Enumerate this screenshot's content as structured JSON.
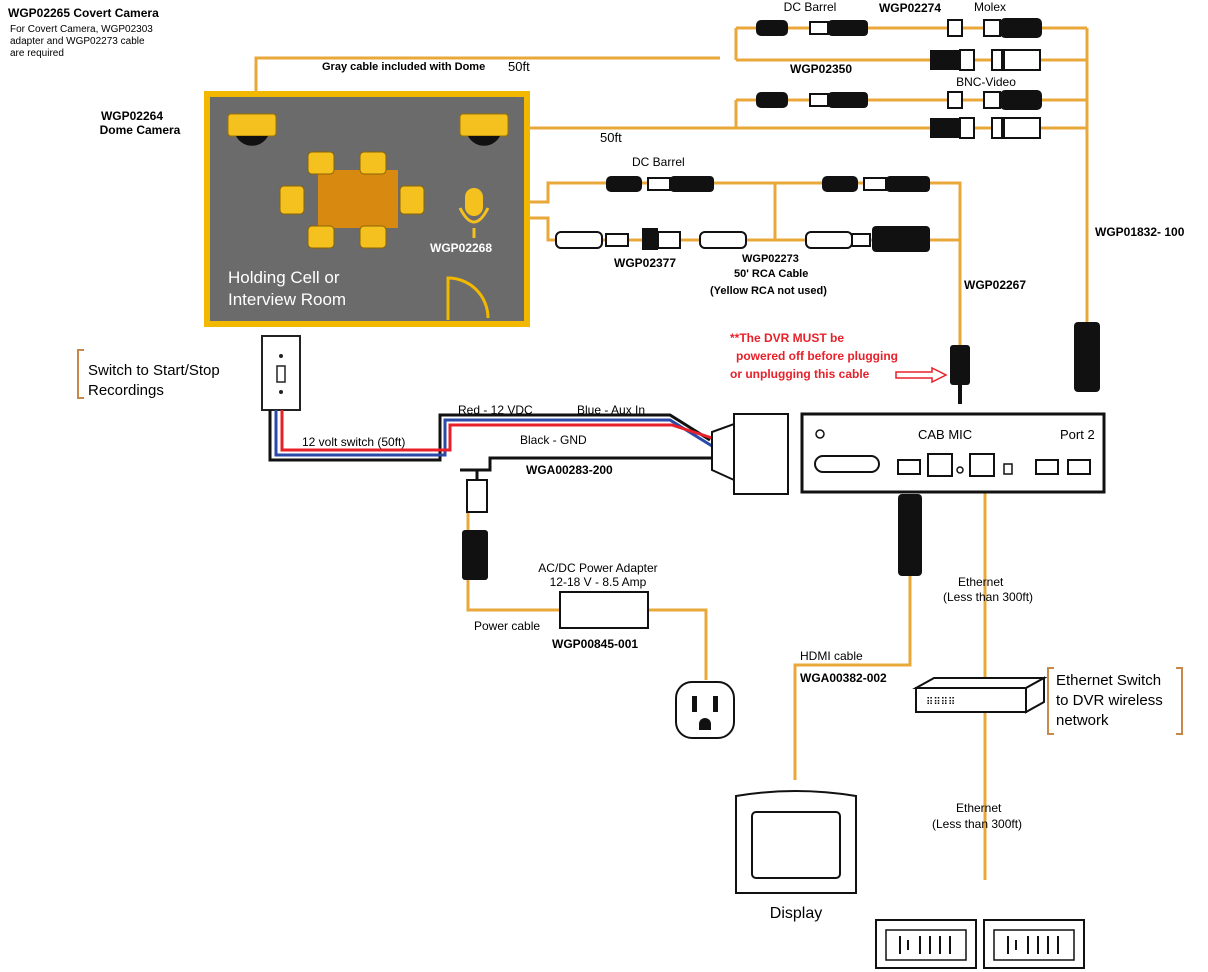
{
  "colors": {
    "cable": "#e8a93a",
    "room_fill": "#6b6b6b",
    "room_border": "#f2b800",
    "warning": "#e8202a",
    "wire_red": "#e8202a",
    "wire_blue": "#2b4aa8",
    "wire_black": "#111111"
  },
  "covert_camera": {
    "title": "WGP02265 Covert Camera",
    "note_line1": "For Covert Camera, WGP02303",
    "note_line2": "adapter and WGP02273 cable",
    "note_line3": "are required"
  },
  "dome_camera": {
    "part": "WGP02264",
    "name": "Dome Camera"
  },
  "cables": {
    "gray_cable": "Gray cable included with Dome",
    "length_top": "50ft",
    "length_mid": "50ft",
    "dc_barrel_top": "DC Barrel",
    "wgp02274": "WGP02274",
    "molex": "Molex",
    "wgp02350": "WGP02350",
    "bnc_video": "BNC-Video",
    "wgp01832": "WGP01832- 100",
    "dc_barrel_mic": "DC Barrel",
    "wgp02377": "WGP02377",
    "wgp02273": "WGP02273",
    "rca_cable": "50' RCA Cable",
    "yellow_rca": "(Yellow RCA not used)",
    "wgp02267": "WGP02267"
  },
  "room": {
    "mic_part": "WGP02268",
    "label_line1": "Holding Cell or",
    "label_line2": "Interview Room"
  },
  "warning": {
    "line1": "**The DVR MUST be",
    "line2": "powered off before plugging",
    "line3": "or unplugging this cable"
  },
  "switch": {
    "label_line1": "Switch to Start/Stop",
    "label_line2": "Recordings",
    "cable": "12 volt switch (50ft)"
  },
  "harness": {
    "red": "Red - 12 VDC",
    "blue": "Blue - Aux In",
    "black": "Black - GND",
    "part": "WGA00283-200"
  },
  "dvr": {
    "cab_mic": "CAB MIC",
    "port2": "Port 2"
  },
  "power": {
    "adapter_line1": "AC/DC Power Adapter",
    "adapter_line2": "12-18 V - 8.5 Amp",
    "cable": "Power cable",
    "part": "WGP00845-001"
  },
  "hdmi": {
    "cable": "HDMI cable",
    "part": "WGA00382-002"
  },
  "ethernet": {
    "upper_line1": "Ethernet",
    "upper_line2": "(Less than 300ft)",
    "lower_line1": "Ethernet",
    "lower_line2": "(Less than 300ft)",
    "switch_line1": "Ethernet Switch",
    "switch_line2": "to DVR wireless",
    "switch_line3": "network"
  },
  "display": {
    "label": "Display"
  }
}
